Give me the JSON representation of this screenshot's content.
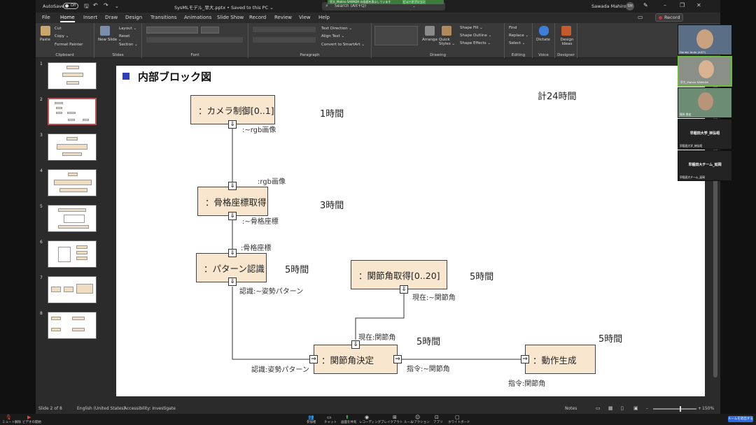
{
  "window": {
    "autosave_label": "AutoSave",
    "autosave_state": "Off",
    "file_title": "SysMLモデル_早大.pptx • Saved to this PC ⌄",
    "search_placeholder": "Search (Alt+Q)",
    "share_notice": "早大_Mahiro SAWADA の画面を表示しています",
    "share_badge": "ビューオプション ⌄",
    "user_name": "Sawada Mahiro",
    "user_initials": "SM"
  },
  "menu": {
    "items": [
      "File",
      "Home",
      "Insert",
      "Draw",
      "Design",
      "Transitions",
      "Animations",
      "Slide Show",
      "Record",
      "Review",
      "View",
      "Help"
    ],
    "active": "Home",
    "record_button": "Record"
  },
  "ribbon": {
    "clipboard": {
      "paste": "Paste",
      "cut": "Cut",
      "copy": "Copy ⌄",
      "format_painter": "Format Painter",
      "label": "Clipboard"
    },
    "slides": {
      "new_slide": "New Slide ⌄",
      "layout": "Layout ⌄",
      "reset": "Reset",
      "section": "Section ⌄",
      "label": "Slides"
    },
    "font": {
      "label": "Font"
    },
    "paragraph": {
      "text_direction": "Text Direction ⌄",
      "align_text": "Align Text ⌄",
      "convert_smartart": "Convert to SmartArt ⌄",
      "label": "Paragraph"
    },
    "drawing": {
      "arrange": "Arrange",
      "quick_styles": "Quick Styles ⌄",
      "shape_fill": "Shape Fill ⌄",
      "shape_outline": "Shape Outline ⌄",
      "shape_effects": "Shape Effects ⌄",
      "label": "Drawing"
    },
    "editing": {
      "find": "Find",
      "replace": "Replace ⌄",
      "select": "Select ⌄",
      "label": "Editing"
    },
    "voice": {
      "dictate": "Dictate",
      "label": "Voice"
    },
    "designer": {
      "design_ideas": "Design Ideas",
      "label": "Designer"
    }
  },
  "thumbnails": [
    "1",
    "2",
    "3",
    "4",
    "5",
    "6",
    "7",
    "8"
  ],
  "selected_slide": "2",
  "slide": {
    "title": "内部ブロック図",
    "total": "計24時間",
    "blocks": {
      "camera": "：カメラ制御[0..1]",
      "skeleton": "：骨格座標取得",
      "pattern": "：パターン認識",
      "joint_get": "：関節角取得[0..20]",
      "joint_decide": "：関節角決定",
      "motion": "：動作生成"
    },
    "hours": {
      "camera": "1時間",
      "skeleton": "3時間",
      "pattern": "5時間",
      "joint_get": "5時間",
      "joint_decide": "5時間",
      "motion": "5時間"
    },
    "flow_labels": {
      "cam_out": ":~rgb画像",
      "skel_in": ":rgb画像",
      "skel_out": ":~骨格座標",
      "pat_in": ":骨格座標",
      "pat_out": "認識:~姿勢パターン",
      "jg_out": "現在:~関節角",
      "jd_in_top": "現在:関節角",
      "jd_in_left": "認識:姿勢パターン",
      "jd_out": "指令:~関節角",
      "mg_in": "指令:関節角"
    },
    "port_glyph_down": "⇓",
    "port_glyph_right": "⇒"
  },
  "status": {
    "slide_info": "Slide 2 of 8",
    "language": "English (United States)",
    "accessibility": "Accessibility: Investigate",
    "notes": "Notes",
    "zoom": "150%"
  },
  "zoom_participants": [
    {
      "name": "Noriaki Ando (AIST)"
    },
    {
      "name": "早大_Mahiro SAWADA"
    },
    {
      "name": "堀米 俊宏"
    },
    {
      "name": "早稲田大学_林弘昭",
      "center": "早稲田大学_林弘昭"
    },
    {
      "name": "早稲田大チーム_延岡",
      "center": "早稲田大チーム_延岡"
    }
  ],
  "zoom_toolbar": {
    "mute": "ミュート解除",
    "video": "ビデオの開始",
    "participants": "参加者",
    "participants_count": "5",
    "chat": "チャット",
    "share": "画面を共有",
    "recording": "レコーディング",
    "breakout": "ブレイクアウト ルーム",
    "reactions": "リアクション",
    "apps": "アプリ",
    "whiteboard": "ホワイトボード",
    "end": "ルームを退出する"
  }
}
